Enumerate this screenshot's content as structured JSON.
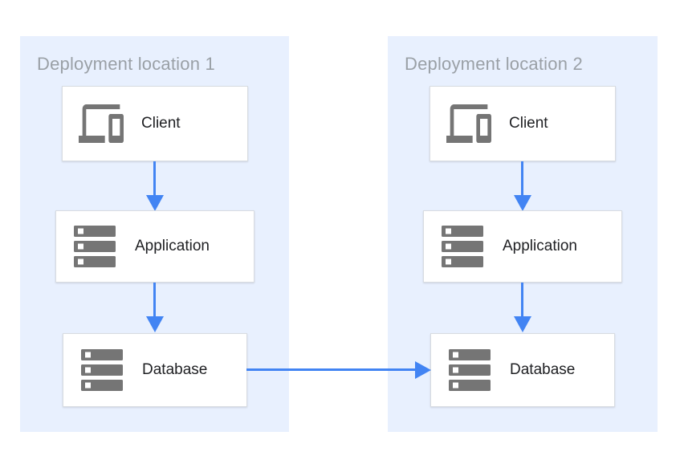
{
  "locations": [
    {
      "title": "Deployment location 1",
      "nodes": [
        {
          "label": "Client",
          "icon": "client-devices-icon"
        },
        {
          "label": "Application",
          "icon": "server-stack-icon"
        },
        {
          "label": "Database",
          "icon": "server-stack-icon"
        }
      ]
    },
    {
      "title": "Deployment location 2",
      "nodes": [
        {
          "label": "Client",
          "icon": "client-devices-icon"
        },
        {
          "label": "Application",
          "icon": "server-stack-icon"
        },
        {
          "label": "Database",
          "icon": "server-stack-icon"
        }
      ]
    }
  ],
  "connections": [
    {
      "from": "location-1-client",
      "to": "location-1-application",
      "direction": "down"
    },
    {
      "from": "location-1-application",
      "to": "location-1-database",
      "direction": "down"
    },
    {
      "from": "location-2-client",
      "to": "location-2-application",
      "direction": "down"
    },
    {
      "from": "location-2-application",
      "to": "location-2-database",
      "direction": "down"
    },
    {
      "from": "location-1-database",
      "to": "location-2-database",
      "direction": "right"
    }
  ],
  "colors": {
    "zone_fill": "#e8f0fe",
    "zone_title_text": "#9aa0a6",
    "node_fill": "#ffffff",
    "node_border": "#d8dce1",
    "node_label_text": "#202124",
    "icon_gray": "#757575",
    "arrow_blue": "#4284f3"
  }
}
